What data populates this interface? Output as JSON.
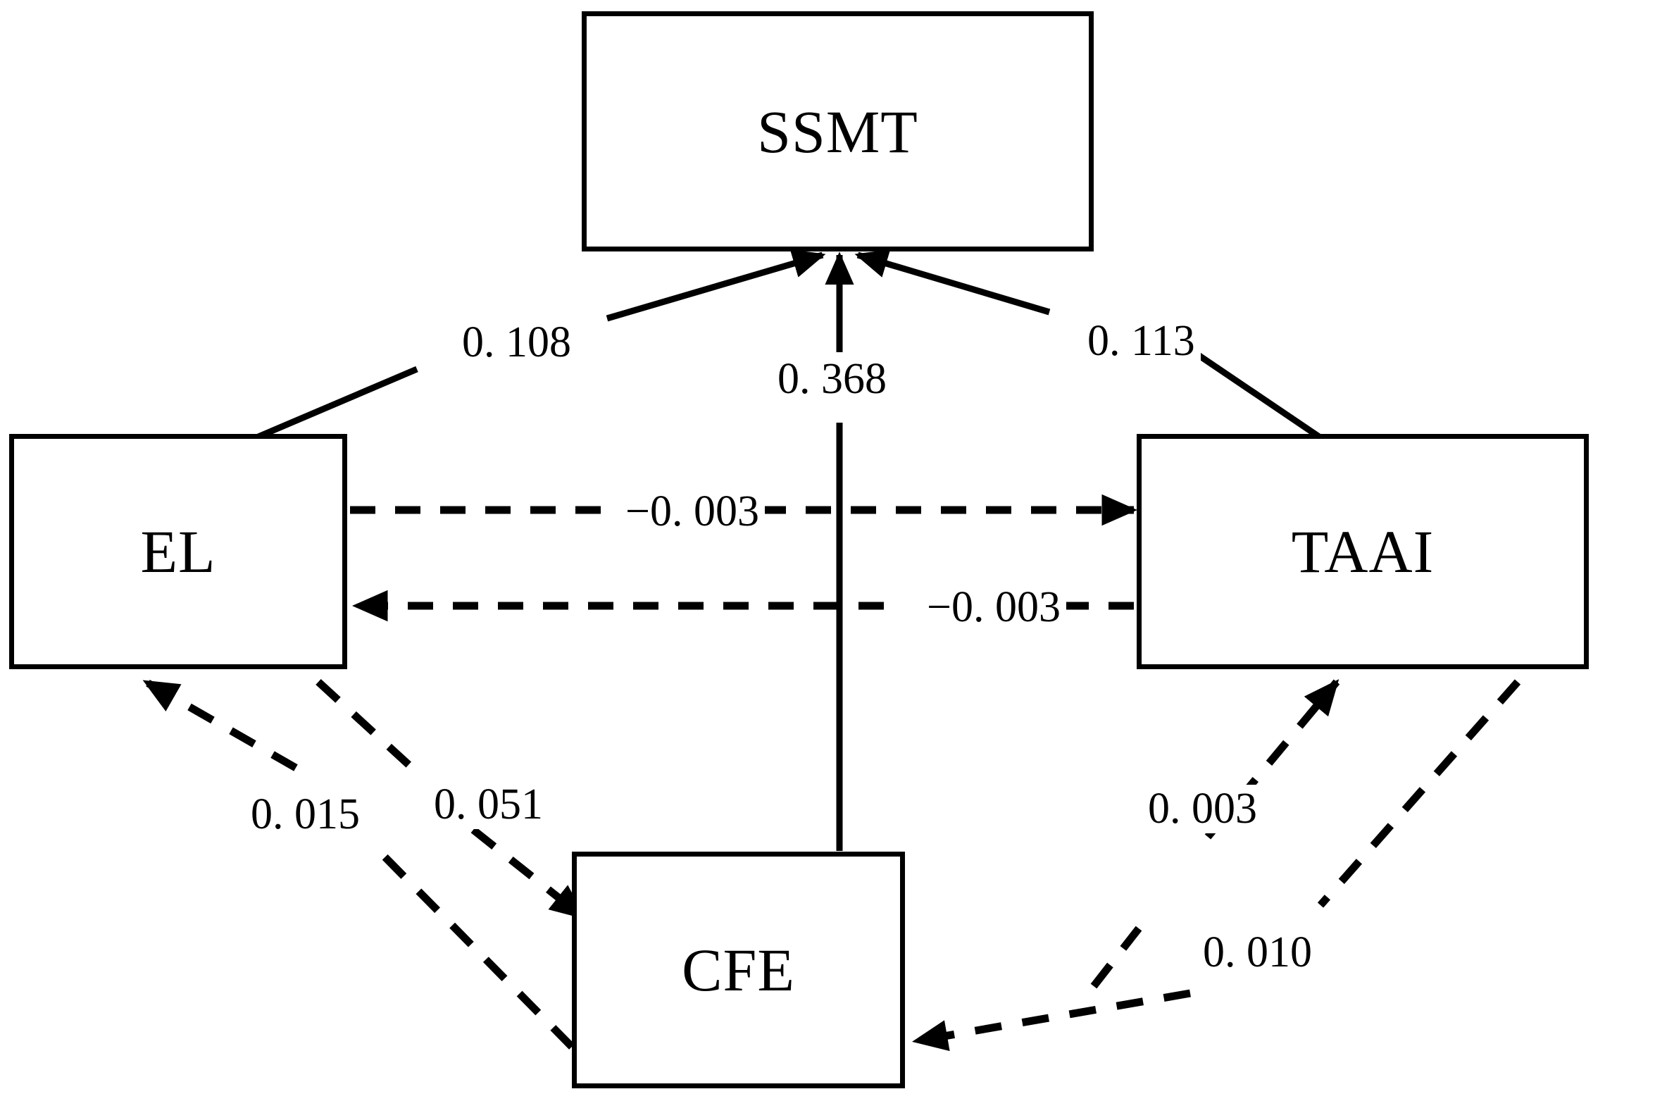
{
  "diagram": {
    "type": "path-model-diagram",
    "background_color": "#ffffff",
    "line_color": "#000000",
    "nodes": [
      {
        "id": "ssmt",
        "label": "SSMT"
      },
      {
        "id": "el",
        "label": "EL"
      },
      {
        "id": "taai",
        "label": "TAAI"
      },
      {
        "id": "cfe",
        "label": "CFE"
      }
    ],
    "edges": [
      {
        "id": "el-ssmt",
        "from": "EL",
        "to": "SSMT",
        "label": "0. 108",
        "style": "solid",
        "arrow": "single"
      },
      {
        "id": "cfe-ssmt",
        "from": "CFE",
        "to": "SSMT",
        "label": "0. 368",
        "style": "solid",
        "arrow": "single"
      },
      {
        "id": "taai-ssmt",
        "from": "TAAI",
        "to": "SSMT",
        "label": "0. 113",
        "style": "solid",
        "arrow": "single"
      },
      {
        "id": "el-taai",
        "from": "EL",
        "to": "TAAI",
        "label": "−0. 003",
        "style": "dashed",
        "arrow": "single"
      },
      {
        "id": "taai-el",
        "from": "TAAI",
        "to": "EL",
        "label": "−0. 003",
        "style": "dashed",
        "arrow": "single"
      },
      {
        "id": "cfe-el",
        "from": "CFE",
        "to": "EL",
        "label": "0. 015",
        "style": "dashed",
        "arrow": "single"
      },
      {
        "id": "el-cfe",
        "from": "EL",
        "to": "CFE",
        "label": "0. 051",
        "style": "dashed",
        "arrow": "single"
      },
      {
        "id": "cfe-taai",
        "from": "CFE",
        "to": "TAAI",
        "label": "0. 003",
        "style": "dashed",
        "arrow": "single"
      },
      {
        "id": "taai-cfe",
        "from": "TAAI",
        "to": "CFE",
        "label": "0. 010",
        "style": "dashed",
        "arrow": "single"
      }
    ]
  }
}
